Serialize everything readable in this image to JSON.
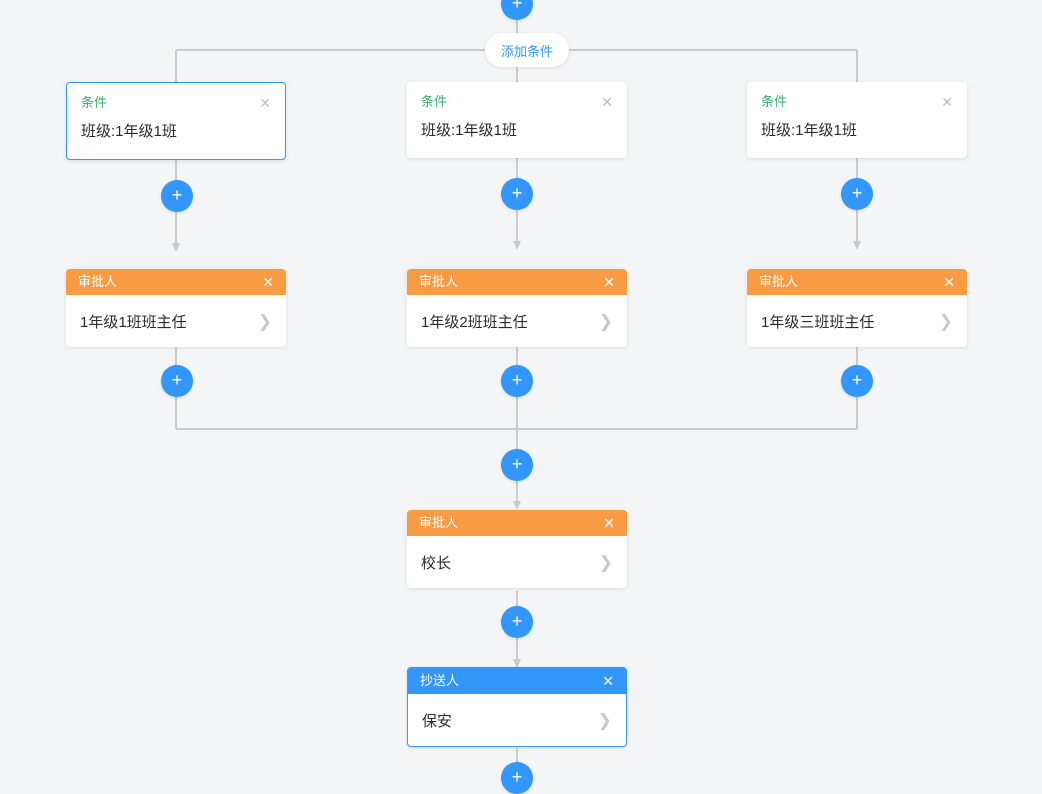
{
  "canvas": {
    "background_color": "#f4f5f7",
    "line_color": "#cacaca",
    "accent_blue": "#3296fa",
    "accent_orange": "#f89b42",
    "accent_green": "#3aaf72"
  },
  "add_condition_button": {
    "label": "添加条件"
  },
  "icons": {
    "plus": "+",
    "close": "✕",
    "chevron_right": "❯"
  },
  "branches": [
    {
      "condition": {
        "title": "条件",
        "value": "班级:1年级1班",
        "selected": true
      },
      "approver": {
        "title": "审批人",
        "value": "1年级1班班主任"
      }
    },
    {
      "condition": {
        "title": "条件",
        "value": "班级:1年级1班",
        "selected": false
      },
      "approver": {
        "title": "审批人",
        "value": "1年级2班班主任"
      }
    },
    {
      "condition": {
        "title": "条件",
        "value": "班级:1年级1班",
        "selected": false
      },
      "approver": {
        "title": "审批人",
        "value": "1年级三班班主任"
      }
    }
  ],
  "trunk": {
    "principal": {
      "title": "审批人",
      "value": "校长",
      "header_color": "#f89b42",
      "selected": false
    },
    "cc": {
      "title": "抄送人",
      "value": "保安",
      "header_color": "#3296fa",
      "selected": true
    }
  }
}
